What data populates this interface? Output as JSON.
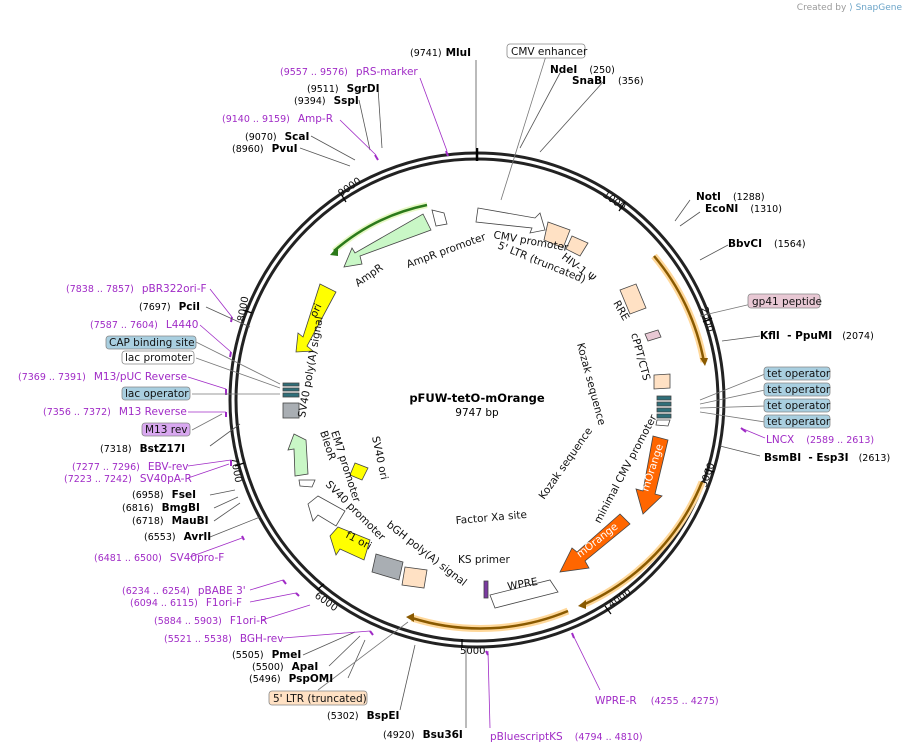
{
  "credit": {
    "prefix": "Created by",
    "brand": "SnapGene"
  },
  "plasmid": {
    "name": "pFUW-tetO-mOrange",
    "length_label": "9747 bp",
    "length": 9747
  },
  "colors": {
    "primer": "#a02bc6",
    "enzyme": "#000000",
    "backbone": "#222222",
    "orange_feature": "#ff6600",
    "amp": "#c9f7c6",
    "ori": "#ffff00",
    "ltr": "#ffe1c4",
    "tet_box": "#a9cfe0",
    "gp41_box": "#e8c8d4"
  },
  "ticks": [
    "1000",
    "2000",
    "3000",
    "4000",
    "5000",
    "6000",
    "7000",
    "8000",
    "9000"
  ],
  "enzymes": [
    {
      "name": "MluI",
      "pos": "(9741)"
    },
    {
      "name": "NdeI",
      "pos": "(250)"
    },
    {
      "name": "SnaBI",
      "pos": "(356)"
    },
    {
      "name": "NotI",
      "pos": "(1288)"
    },
    {
      "name": "EcoNI",
      "pos": "(1310)"
    },
    {
      "name": "BbvCI",
      "pos": "(1564)"
    },
    {
      "name": "KflI  - PpuMI",
      "pos": "(2074)"
    },
    {
      "name": "BsmBI  - Esp3I",
      "pos": "(2613)"
    },
    {
      "name": "Bsu36I",
      "pos": "(4920)"
    },
    {
      "name": "BspEI",
      "pos": "(5302)"
    },
    {
      "name": "PspOMI",
      "pos": "(5496)"
    },
    {
      "name": "ApaI",
      "pos": "(5500)"
    },
    {
      "name": "PmeI",
      "pos": "(5505)"
    },
    {
      "name": "AvrII",
      "pos": "(6553)"
    },
    {
      "name": "MauBI",
      "pos": "(6718)"
    },
    {
      "name": "BmgBI",
      "pos": "(6816)"
    },
    {
      "name": "FseI",
      "pos": "(6958)"
    },
    {
      "name": "BstZ17I",
      "pos": "(7318)"
    },
    {
      "name": "PciI",
      "pos": "(7697)"
    },
    {
      "name": "PvuI",
      "pos": "(8960)"
    },
    {
      "name": "ScaI",
      "pos": "(9070)"
    },
    {
      "name": "SspI",
      "pos": "(9394)"
    },
    {
      "name": "SgrDI",
      "pos": "(9511)"
    }
  ],
  "primers": [
    {
      "name": "pRS-marker",
      "pos": "(9557 .. 9576)"
    },
    {
      "name": "Amp-R",
      "pos": "(9140 .. 9159)"
    },
    {
      "name": "pBR322ori-F",
      "pos": "(7838 .. 7857)"
    },
    {
      "name": "L4440",
      "pos": "(7587 .. 7604)"
    },
    {
      "name": "M13/pUC Reverse",
      "pos": "(7369 .. 7391)"
    },
    {
      "name": "M13 Reverse",
      "pos": "(7356 .. 7372)"
    },
    {
      "name": "EBV-rev",
      "pos": "(7277 .. 7296)"
    },
    {
      "name": "SV40pA-R",
      "pos": "(7223 .. 7242)"
    },
    {
      "name": "SV40pro-F",
      "pos": "(6481 .. 6500)"
    },
    {
      "name": "pBABE 3'",
      "pos": "(6234 .. 6254)"
    },
    {
      "name": "F1ori-F",
      "pos": "(6094 .. 6115)"
    },
    {
      "name": "F1ori-R",
      "pos": "(5884 .. 5903)"
    },
    {
      "name": "BGH-rev",
      "pos": "(5521 .. 5538)"
    },
    {
      "name": "LNCX",
      "pos": "(2589 .. 2613)"
    },
    {
      "name": "WPRE-R",
      "pos": "(4255 .. 4275)"
    },
    {
      "name": "pBluescriptKS",
      "pos": "(4794 .. 4810)"
    }
  ],
  "boxed_labels": [
    {
      "name": "CMV enhancer"
    },
    {
      "name": "gp41 peptide"
    },
    {
      "name": "tet operator"
    },
    {
      "name": "tet operator"
    },
    {
      "name": "tet operator"
    },
    {
      "name": "tet operator"
    },
    {
      "name": "CAP binding site"
    },
    {
      "name": "lac promoter"
    },
    {
      "name": "lac operator"
    },
    {
      "name": "M13 rev"
    },
    {
      "name": "5' LTR (truncated)"
    }
  ],
  "features": [
    {
      "name": "CMV promoter"
    },
    {
      "name": "5' LTR (truncated)"
    },
    {
      "name": "HIV-1 Ψ"
    },
    {
      "name": "RRE"
    },
    {
      "name": "cPPT/CTS"
    },
    {
      "name": "Kozak sequence"
    },
    {
      "name": "Kozak sequence"
    },
    {
      "name": "minimal CMV promoter"
    },
    {
      "name": "mOrange"
    },
    {
      "name": "mOrange"
    },
    {
      "name": "WPRE"
    },
    {
      "name": "KS primer"
    },
    {
      "name": "Factor Xa site"
    },
    {
      "name": "bGH poly(A) signal"
    },
    {
      "name": "f1 ori"
    },
    {
      "name": "SV40 promoter"
    },
    {
      "name": "EM7 promoter"
    },
    {
      "name": "BleoR"
    },
    {
      "name": "SV40 ori"
    },
    {
      "name": "SV40 poly(A) signal"
    },
    {
      "name": "ori"
    },
    {
      "name": "AmpR"
    },
    {
      "name": "AmpR promoter"
    }
  ]
}
